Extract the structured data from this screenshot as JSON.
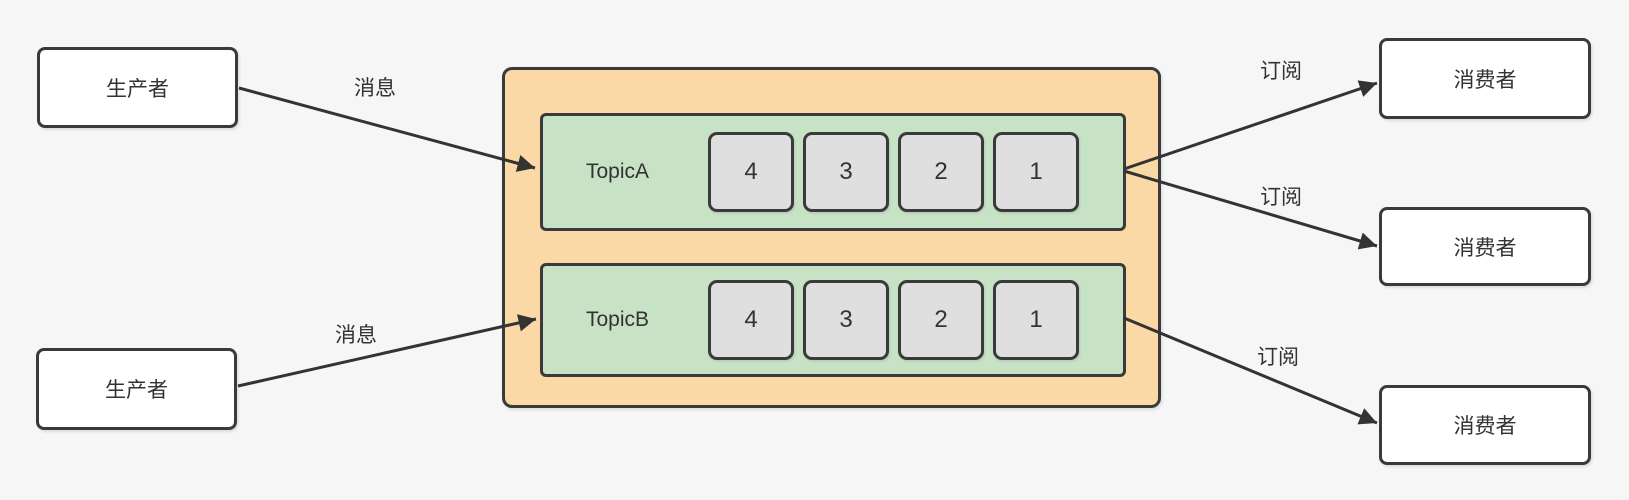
{
  "colors": {
    "canvas-bg": "#f6f6f6",
    "node-bg": "#ffffff",
    "broker-bg": "#fbd9a6",
    "topic-bg": "#c8e2c6",
    "message-bg": "#dfdfdf",
    "border": "#3a3a3a",
    "text": "#333333",
    "arrow": "#333333"
  },
  "producers": [
    {
      "label": "生产者"
    },
    {
      "label": "生产者"
    }
  ],
  "consumers": [
    {
      "label": "消费者"
    },
    {
      "label": "消费者"
    },
    {
      "label": "消费者"
    }
  ],
  "broker": {
    "topics": [
      {
        "name": "TopicA",
        "messages": [
          "4",
          "3",
          "2",
          "1"
        ]
      },
      {
        "name": "TopicB",
        "messages": [
          "4",
          "3",
          "2",
          "1"
        ]
      }
    ]
  },
  "edges": {
    "produce_a": {
      "label": "消息"
    },
    "produce_b": {
      "label": "消息"
    },
    "subscribe_a1": {
      "label": "订阅"
    },
    "subscribe_a2": {
      "label": "订阅"
    },
    "subscribe_b1": {
      "label": "订阅"
    }
  }
}
